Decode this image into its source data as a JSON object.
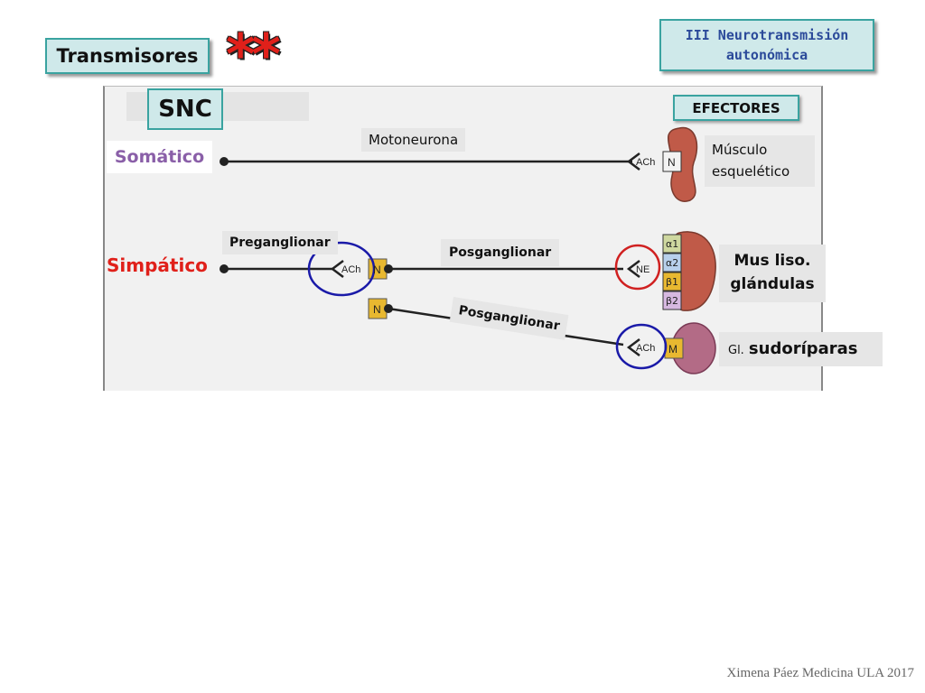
{
  "header": {
    "title": "Transmisores",
    "stars": "**",
    "section_line1": "III Neurotransmisión",
    "section_line2": "autonómica"
  },
  "diagram": {
    "snc": "SNC",
    "efectores": "EFECTORES",
    "somatico": "Somático",
    "simpatico": "Simpático",
    "motoneurona": "Motoneurona",
    "preganglionar": "Preganglionar",
    "posganglionar_1": "Posganglionar",
    "posganglionar_2": "Posganglionar",
    "ach_1": "ACh",
    "ach_2": "ACh",
    "ach_3": "ACh",
    "ne": "NE",
    "n_receptor_1": "N",
    "n_receptor_2": "N",
    "n_receptor_3": "N",
    "m_receptor": "M",
    "receptor_alpha1": "α1",
    "receptor_alpha2": "α2",
    "receptor_beta1": "β1",
    "receptor_beta2": "β2",
    "musculo_line1": "Músculo",
    "musculo_line2": "esquelético",
    "mus_liso_line1": "Mus liso.",
    "mus_liso_line2": "glándulas",
    "gl_prefix": "Gl.",
    "gl_word": "sudoríparas"
  },
  "colors": {
    "accent_teal": "#3aa3a0",
    "box_fill": "#cfe9ea",
    "somatic_purple": "#8a5fa8",
    "sympathetic_red": "#e0201a",
    "highlight_blue": "#1a1aa8",
    "highlight_red": "#d02020",
    "muscle": "#c05a48",
    "gland": "#b36b86",
    "receptor_yellow": "#e8b830"
  },
  "footer": "Ximena Páez Medicina ULA 2017"
}
